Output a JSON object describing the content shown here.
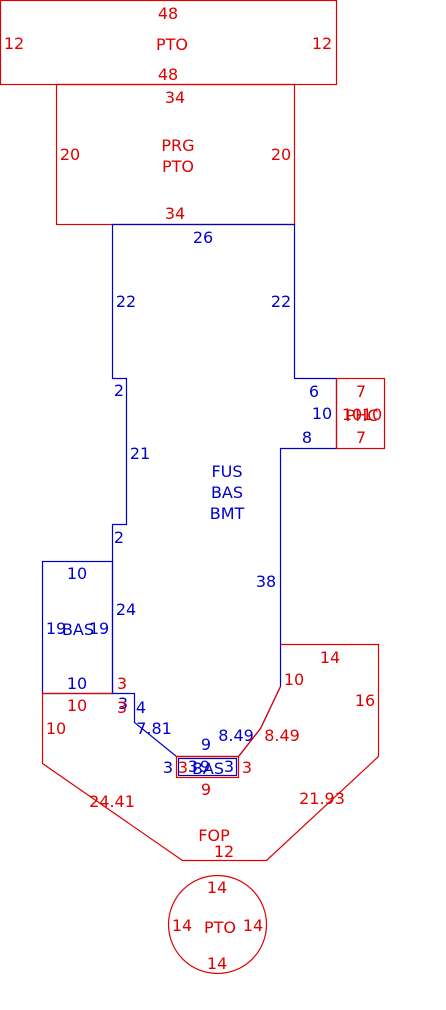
{
  "colors": {
    "red": "#e00000",
    "blue": "#0000cc"
  },
  "areas": {
    "pto_top": {
      "name": "PTO",
      "top": "48",
      "bottom": "48",
      "left": "12",
      "right": "12"
    },
    "prg_pto": {
      "name1": "PRG",
      "name2": "PTO",
      "top": "34",
      "bottom": "34",
      "left": "20",
      "right": "20"
    },
    "fus": {
      "name1": "FUS",
      "name2": "BAS",
      "name3": "BMT",
      "top": "26",
      "left_upper": "22",
      "right_upper": "22",
      "notch_upper": "2",
      "left_mid": "21",
      "notch_lower": "2",
      "right_step": "6",
      "right_step_v": "10",
      "right_step_lower": "8",
      "right_long": "38",
      "bottom_left_a": "24",
      "bottom_left_b": "3",
      "bottom_left_c": "4",
      "diag_left": "7.81",
      "diag_right": "8.49",
      "bottom_top": "9",
      "bottom_small": "3"
    },
    "phc": {
      "name": "PHC",
      "top": "7",
      "bottom": "7",
      "left": "10",
      "right": "10"
    },
    "bas_left": {
      "name": "BAS",
      "top": "10",
      "bottom": "10",
      "left": "19",
      "right": "19"
    },
    "bas_small": {
      "name": "BAS",
      "top": "9",
      "left": "3",
      "right": "3"
    },
    "fop": {
      "name": "FOP",
      "top_right": "14",
      "right_v": "16",
      "right_inner": "10",
      "left_v": "10",
      "left_top": "10",
      "left_notch": "3",
      "left_small": "3",
      "diag_left": "24.41",
      "diag_right": "21.93",
      "diag_inner": "8.49",
      "bottom": "12",
      "small_left": "3",
      "small_bottom": "9",
      "small_right": "3"
    },
    "pto_circle": {
      "name": "PTO",
      "top": "14",
      "bottom": "14",
      "left": "14",
      "right": "14"
    }
  }
}
